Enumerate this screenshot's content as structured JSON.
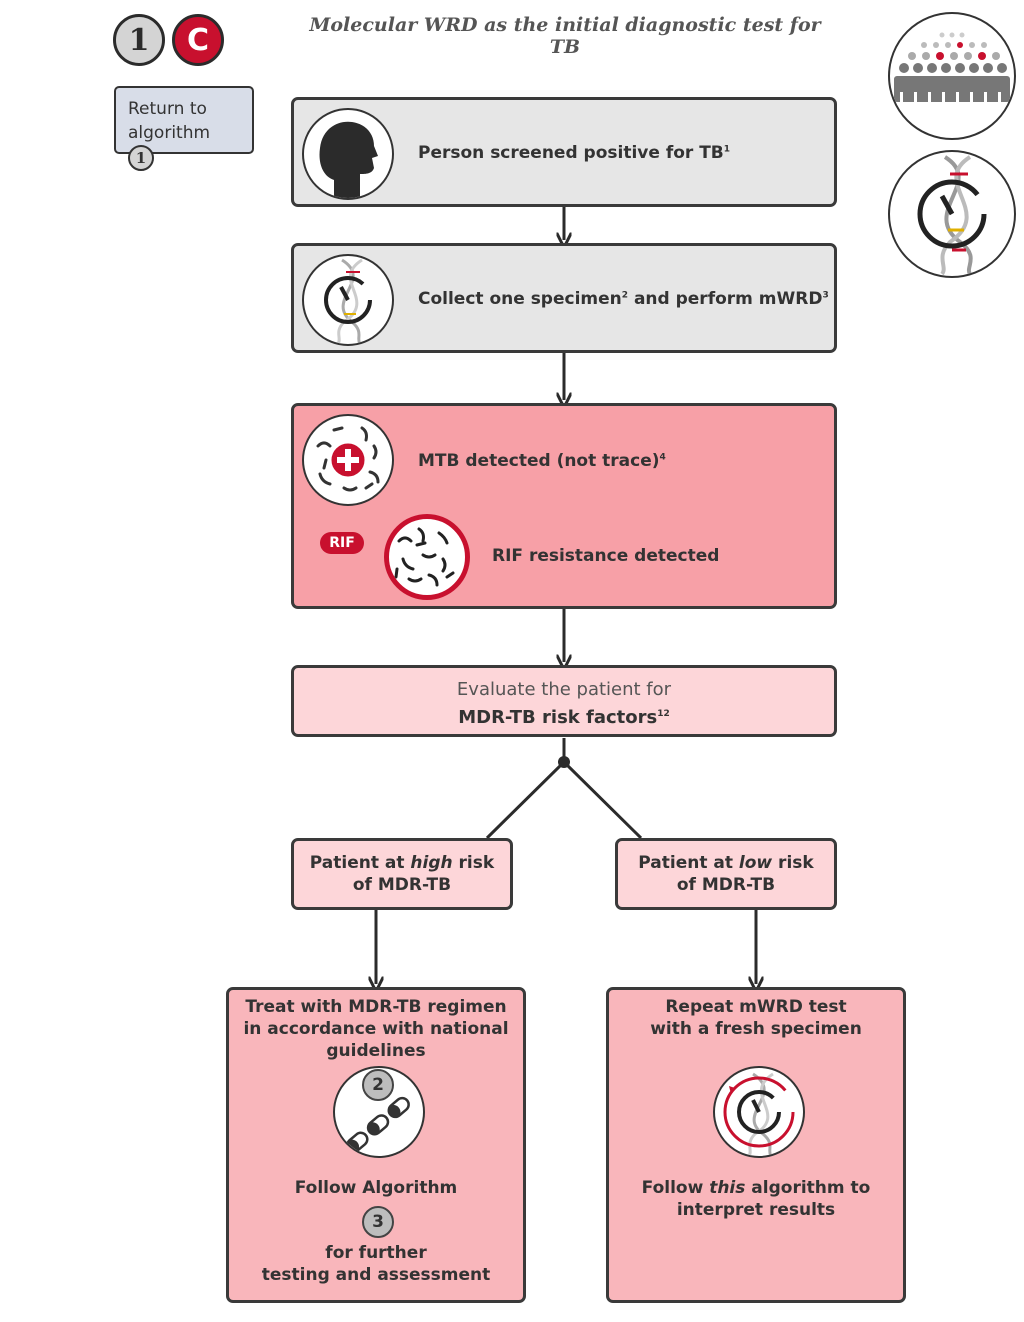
{
  "header": {
    "algorithm_number": "1",
    "algorithm_letter": "C",
    "title": "Molecular WRD as the initial diagnostic test for TB",
    "return_line1": "Return to",
    "return_line2": "algorithm",
    "return_target": "1"
  },
  "steps": {
    "screened": {
      "text": "Person screened positive for TB",
      "ref": "1"
    },
    "collect": {
      "text_a": "Collect one specimen",
      "ref_a": "2",
      "text_b": " and perform mWRD",
      "ref_b": "3"
    },
    "mtb": {
      "text": "MTB detected (not trace)",
      "ref": "4"
    },
    "rif_tag": "RIF",
    "rif": {
      "text": "RIF resistance detected"
    },
    "evaluate": {
      "line1": "Evaluate the patient for",
      "line2": "MDR-TB risk factors",
      "ref": "12"
    }
  },
  "branches": {
    "high": {
      "pre": "Patient at ",
      "emph": "high",
      "post": " risk",
      "line2": "of MDR-TB"
    },
    "low": {
      "pre": "Patient at ",
      "emph": "low",
      "post": " risk",
      "line2": "of MDR-TB"
    }
  },
  "outcomes": {
    "treat": {
      "line1": "Treat with MDR-TB regimen",
      "line2": "in accordance with national",
      "line3": "guidelines",
      "regimen_badge": "2",
      "follow": "Follow Algorithm",
      "algorithm_badge": "3",
      "line4": "for further",
      "line5": "testing and assessment"
    },
    "repeat": {
      "line1": "Repeat mWRD test",
      "line2": "with a fresh specimen",
      "follow_pre": "Follow ",
      "follow_emph": "this",
      "follow_post": " algorithm to",
      "line3": "interpret results"
    }
  },
  "colors": {
    "accent_red": "#c8102e",
    "box_gray": "#e6e6e6",
    "box_red": "#f7a0a7",
    "box_pink": "#fdd6d9",
    "box_salmon": "#f9b6bb"
  },
  "icons": [
    "person-head-icon",
    "dna-clock-icon",
    "bacteria-positive-icon",
    "bacteria-resistant-icon",
    "population-icon",
    "pills-icon",
    "dna-repeat-icon"
  ]
}
